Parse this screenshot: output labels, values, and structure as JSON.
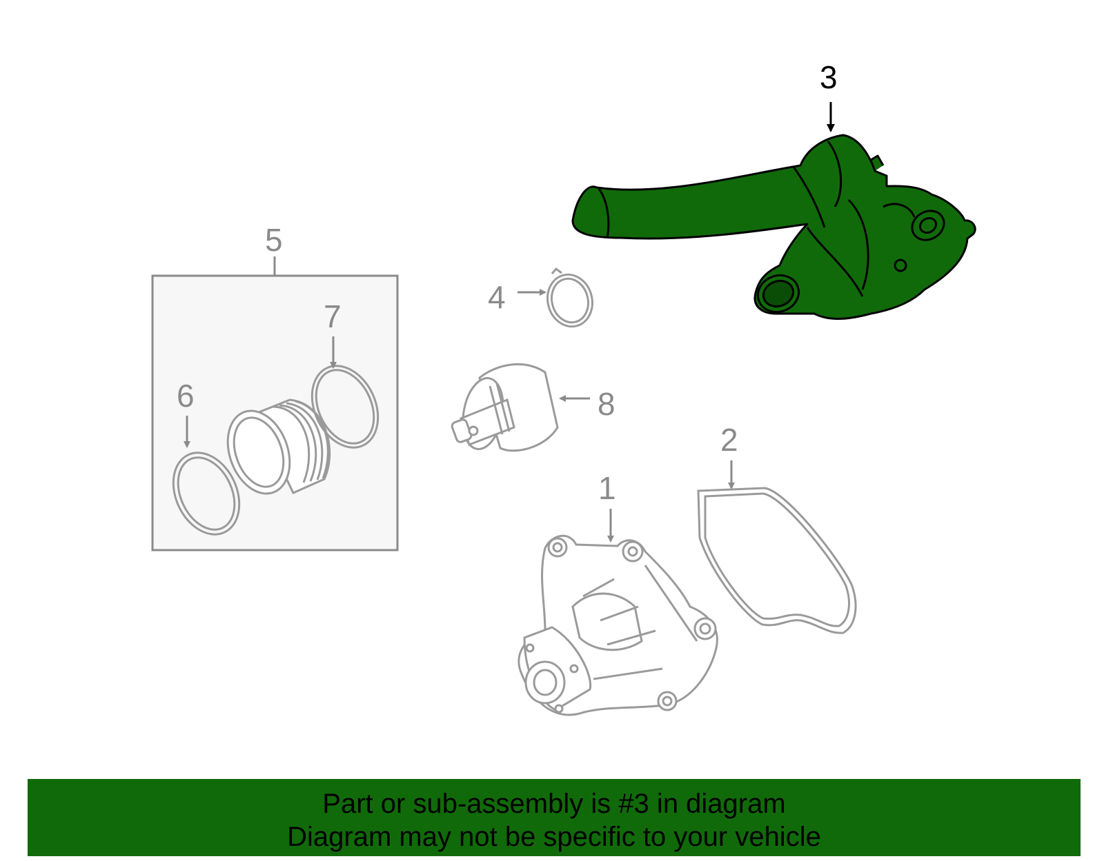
{
  "colors": {
    "highlight_part": "#116a0a",
    "banner_background": "#116a0a",
    "faded_line": "#9a9a9a",
    "kit_box_fill": "#f7f7f7"
  },
  "callouts": {
    "c1": "1",
    "c2": "2",
    "c3": "3",
    "c4": "4",
    "c5": "5",
    "c6": "6",
    "c7": "7",
    "c8": "8"
  },
  "highlighted_part": "3",
  "banner": {
    "line1": "Part or sub-assembly is #3 in diagram",
    "line2": "Diagram may not be specific to your vehicle"
  }
}
